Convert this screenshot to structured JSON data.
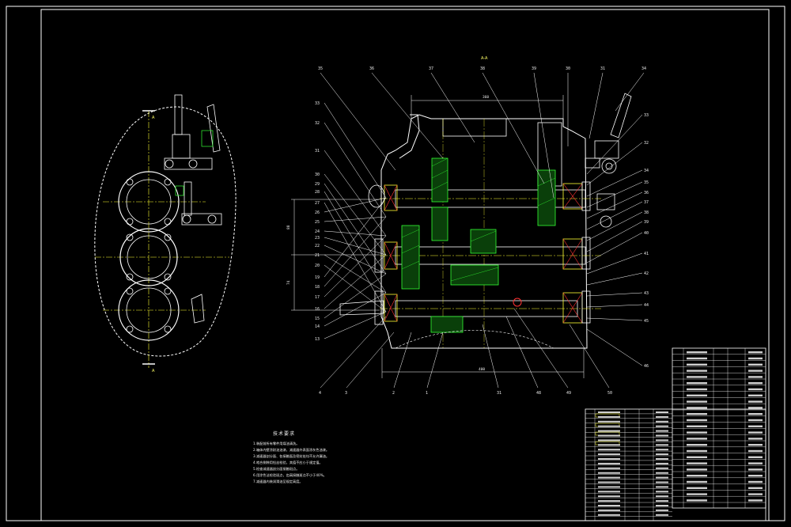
{
  "drawing": {
    "section_marks": {
      "top": "A",
      "bottom": "A"
    },
    "section_view_label": "A-A",
    "dimensions": {
      "overall_width": "400",
      "top_width": "360",
      "center_upper": "88",
      "center_lower": "74"
    },
    "notes_title": "技术要求",
    "notes": [
      "1.装配前所有零件用煤油清洗。",
      "2.箱体内壁涂耐油油漆，减速器外表面涂灰色油漆。",
      "3.减速器剖分面、各接触面及密封处均不允许漏油。",
      "4.啮合侧隙用铅丝检验，其值不应小于规定值。",
      "5.检查减速器剖分面接触斑点。",
      "6.用涂色法检验斑点，齿高接触斑点不小于40%。",
      "7.减速器内装润滑油至规定高度。"
    ],
    "callouts_top": [
      "35",
      "36",
      "37",
      "38",
      "39",
      "30",
      "31",
      "34"
    ],
    "callouts_left": [
      "33",
      "32",
      "31",
      "30",
      "29",
      "28",
      "27",
      "26",
      "25",
      "24",
      "23",
      "22",
      "21",
      "20",
      "19",
      "18",
      "17",
      "16",
      "15",
      "14",
      "13"
    ],
    "callouts_right": [
      "33",
      "32",
      "34",
      "35",
      "36",
      "37",
      "38",
      "39",
      "40",
      "41",
      "42",
      "43",
      "44",
      "45",
      "46"
    ],
    "callouts_bottom": [
      "4",
      "3",
      "2",
      "1",
      "31",
      "48",
      "49",
      "50"
    ],
    "parts_rows": 24,
    "title_block_rows": 26
  }
}
